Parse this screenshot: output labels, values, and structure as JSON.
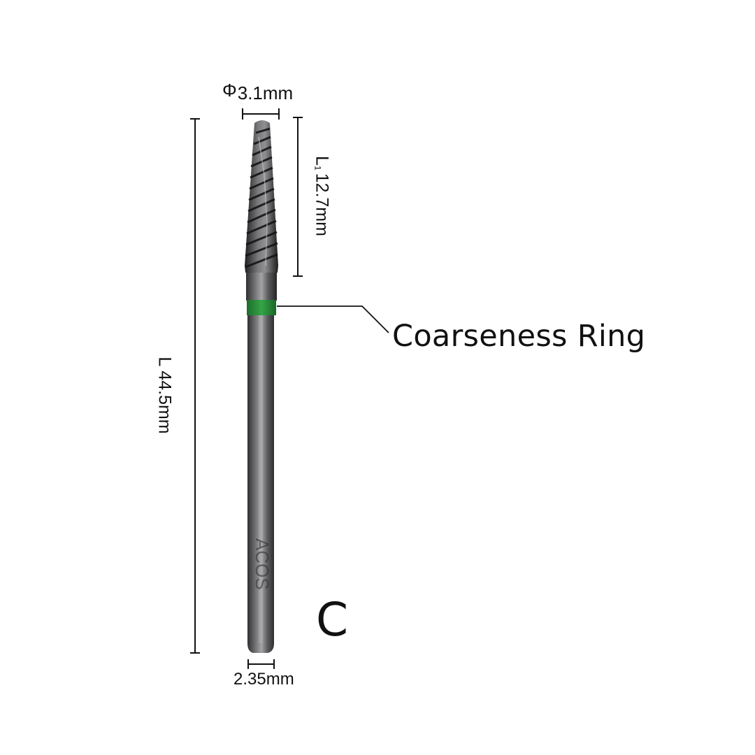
{
  "diagram": {
    "head_diameter": {
      "symbol": "Φ",
      "value": "3.1mm"
    },
    "head_length": {
      "symbol": "L",
      "subscript": "1",
      "value": "12.7mm"
    },
    "total_length": {
      "symbol": "L",
      "value": "44.5mm"
    },
    "shank_diameter": "2.35mm",
    "callout": "Coarseness Ring",
    "grade_letter": "C",
    "engraving": "ACOS",
    "colors": {
      "ring": "#2a9a3c",
      "metal_dark": "#3a3a3c",
      "metal_light": "#9a9a9c",
      "lines": "#111111"
    }
  }
}
